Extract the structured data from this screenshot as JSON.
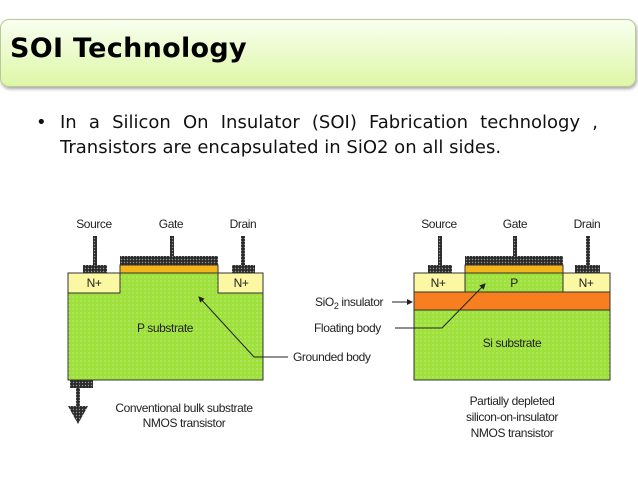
{
  "title": "SOI Technology",
  "bullet": "In a Silicon On Insulator (SOI) Fabrication technology , Transistors are encapsulated in SiO2 on all sides.",
  "colors": {
    "substrate": "#9ee03c",
    "nplus": "#fbf7a3",
    "oxide": "#f77f20",
    "gate_oxide": "#f3b51a",
    "metal": "#333333"
  },
  "left_diagram": {
    "terminals": [
      "Source",
      "Gate",
      "Drain"
    ],
    "nplus": "N+",
    "substrate": "P substrate",
    "annotation": "Grounded body",
    "caption": [
      "Conventional bulk substrate",
      "NMOS transistor"
    ]
  },
  "right_diagram": {
    "terminals": [
      "Source",
      "Gate",
      "Drain"
    ],
    "nplus": "N+",
    "body": "P",
    "insulator_label": "SiO",
    "insulator_sub": "2",
    "insulator_rest": " insulator",
    "floating": "Floating body",
    "substrate": "Si substrate",
    "caption": [
      "Partially depleted",
      "silicon-on-insulator",
      "NMOS transistor"
    ]
  }
}
